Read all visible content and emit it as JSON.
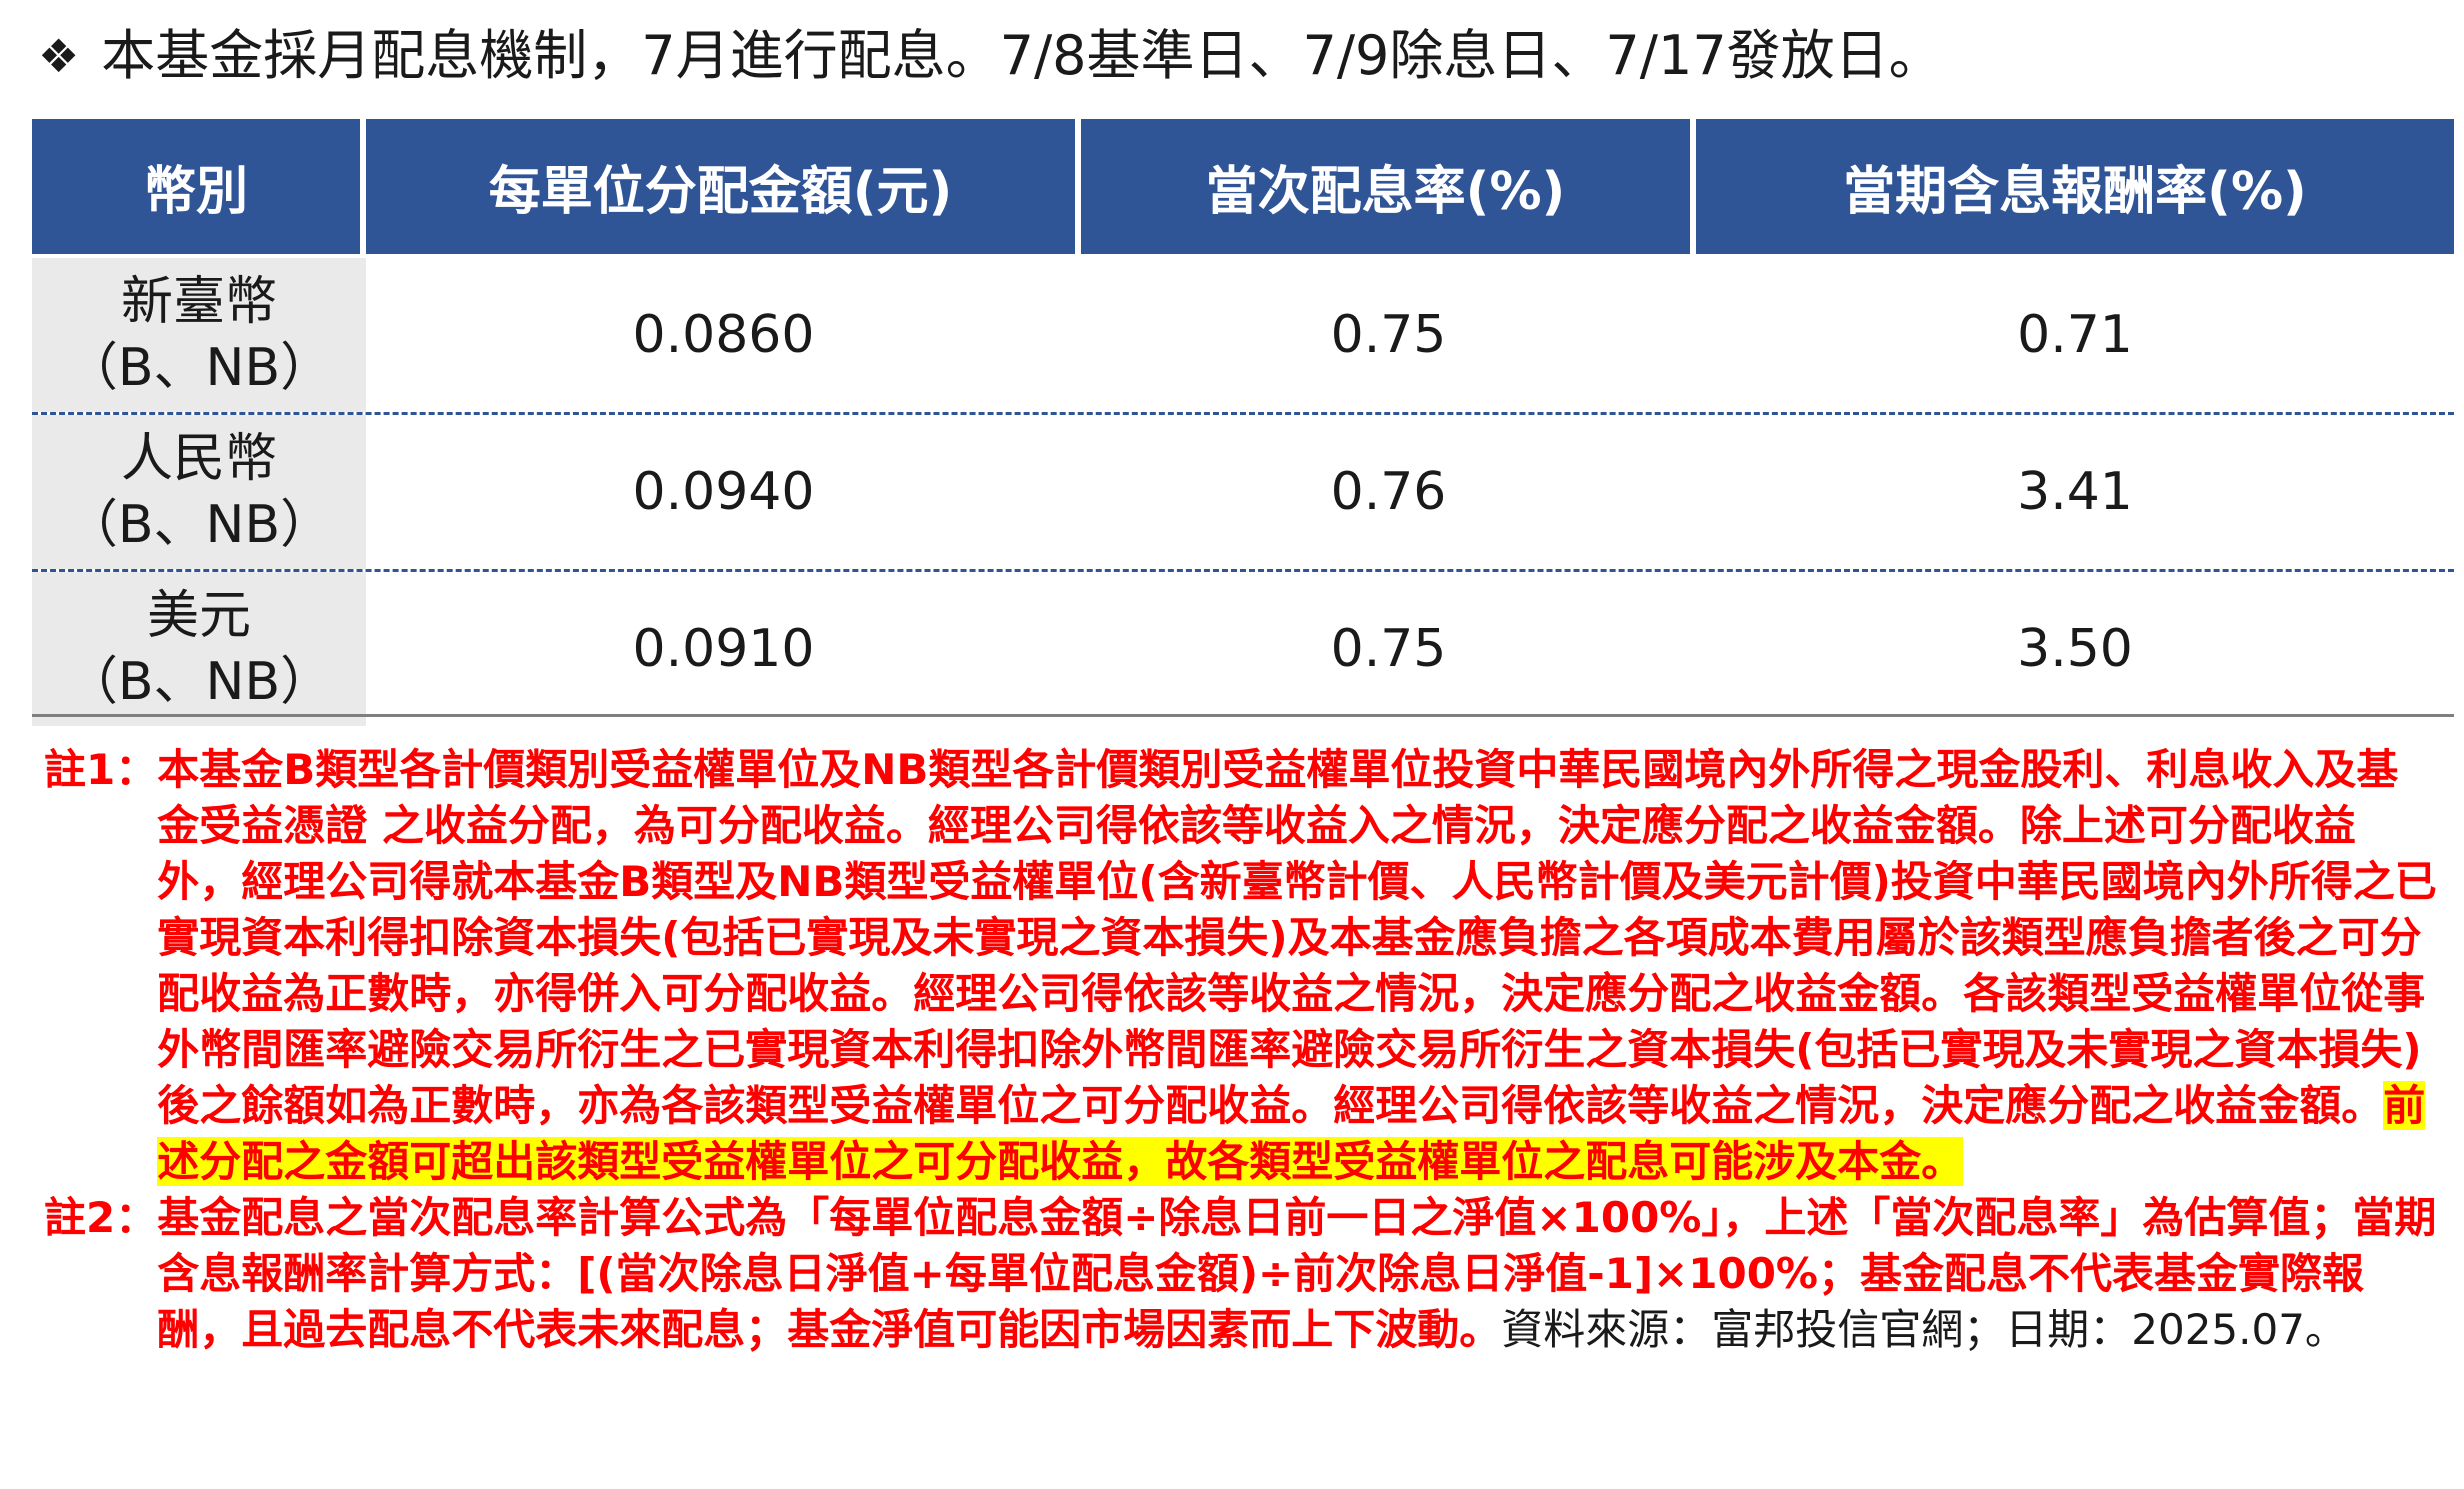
{
  "heading": {
    "bullet": "❖",
    "text": "本基金採月配息機制，7月進行配息。7/8基準日、7/9除息日、7/17發放日。"
  },
  "table": {
    "headers": [
      "幣別",
      "每單位分配金額(元)",
      "當次配息率(%)",
      "當期含息報酬率(%)"
    ],
    "rows": [
      {
        "currency": "新臺幣",
        "classes": "（B、NB）",
        "amount": "0.0860",
        "rate": "0.75",
        "return": "0.71"
      },
      {
        "currency": "人民幣",
        "classes": "（B、NB）",
        "amount": "0.0940",
        "rate": "0.76",
        "return": "3.41"
      },
      {
        "currency": "美元",
        "classes": "（B、NB）",
        "amount": "0.0910",
        "rate": "0.75",
        "return": "3.50"
      }
    ]
  },
  "notes": {
    "note1": {
      "tag": "註1：",
      "text": "本基金B類型各計價類別受益權單位及NB類型各計價類別受益權單位投資中華民國境內外所得之現金股利、利息收入及基金受益憑證 之收益分配，為可分配收益。經理公司得依該等收益入之情況，決定應分配之收益金額。除上述可分配收益外，經理公司得就本基金B類型及NB類型受益權單位(含新臺幣計價、人民幣計價及美元計價)投資中華民國境內外所得之已實現資本利得扣除資本損失(包括已實現及未實現之資本損失)及本基金應負擔之各項成本費用屬於該類型應負擔者後之可分配收益為正數時，亦得併入可分配收益。經理公司得依該等收益之情況，決定應分配之收益金額。各該類型受益權單位從事外幣間匯率避險交易所衍生之已實現資本利得扣除外幣間匯率避險交易所衍生之資本損失(包括已實現及未實現之資本損失)後之餘額如為正數時，亦為各該類型受益權單位之可分配收益。經理公司得依該等收益之情況，決定應分配之收益金額。",
      "highlight": "前述分配之金額可超出該類型受益權單位之可分配收益，故各類型受益權單位之配息可能涉及本金。"
    },
    "note2": {
      "tag": "註2：",
      "text": "基金配息之當次配息率計算公式為「每單位配息金額÷除息日前一日之淨值×100%」，上述「當次配息率」為估算值；當期含息報酬率計算方式：[(當次除息日淨值+每單位配息金額)÷前次除息日淨值-1]×100%；基金配息不代表基金實際報酬，且過去配息不代表未來配息；基金淨值可能因市場因素而上下波動。",
      "source": "資料來源：富邦投信官網；日期：2025.07。"
    }
  },
  "colors": {
    "header_bg": "#2f5597",
    "note_text": "#ff0000",
    "highlight": "#ffff00",
    "row_label_bg": "#eaeaea"
  }
}
